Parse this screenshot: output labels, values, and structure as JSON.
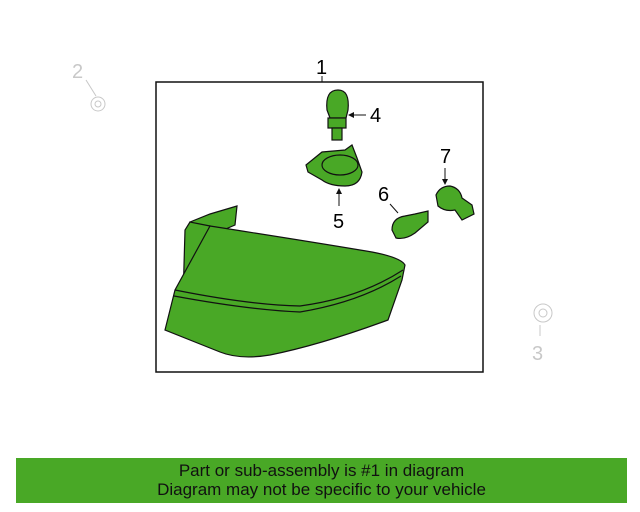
{
  "diagram": {
    "callouts": {
      "c1": "1",
      "c2": "2",
      "c3": "3",
      "c4": "4",
      "c5": "5",
      "c6": "6",
      "c7": "7"
    },
    "colors": {
      "part": "#49a826",
      "ghost": "#c8c8c8",
      "outline": "#111111"
    }
  },
  "banner": {
    "line1": "Part or sub-assembly is #1 in diagram",
    "line2": "Diagram may not be specific to your vehicle"
  }
}
